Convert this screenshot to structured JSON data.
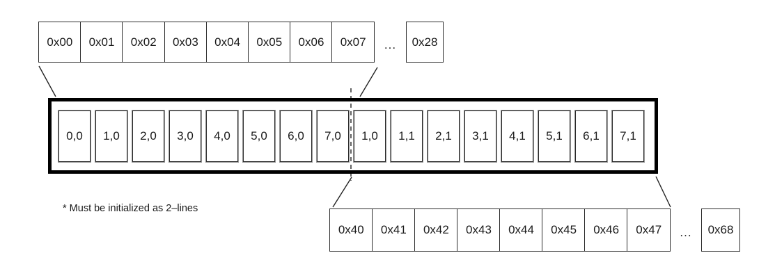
{
  "colors": {
    "stroke": "#222222",
    "cell_border": "#2b2b2b",
    "container_border": "#000000",
    "background": "#ffffff",
    "cell_outer": "#949494",
    "text": "#1a1a1a"
  },
  "top_address_row": {
    "cells": [
      "0x00",
      "0x01",
      "0x02",
      "0x03",
      "0x04",
      "0x05",
      "0x06",
      "0x07"
    ],
    "ellipsis": "...",
    "last_cell": "0x28"
  },
  "display_buffer": {
    "cells": [
      "0,0",
      "1,0",
      "2,0",
      "3,0",
      "4,0",
      "5,0",
      "6,0",
      "7,0",
      "1,0",
      "1,1",
      "2,1",
      "3,1",
      "4,1",
      "5,1",
      "6,1",
      "7,1"
    ]
  },
  "bottom_address_row": {
    "cells": [
      "0x40",
      "0x41",
      "0x42",
      "0x43",
      "0x44",
      "0x45",
      "0x46",
      "0x47"
    ],
    "ellipsis": "...",
    "last_cell": "0x68"
  },
  "note": "* Must be initialized as 2–lines"
}
